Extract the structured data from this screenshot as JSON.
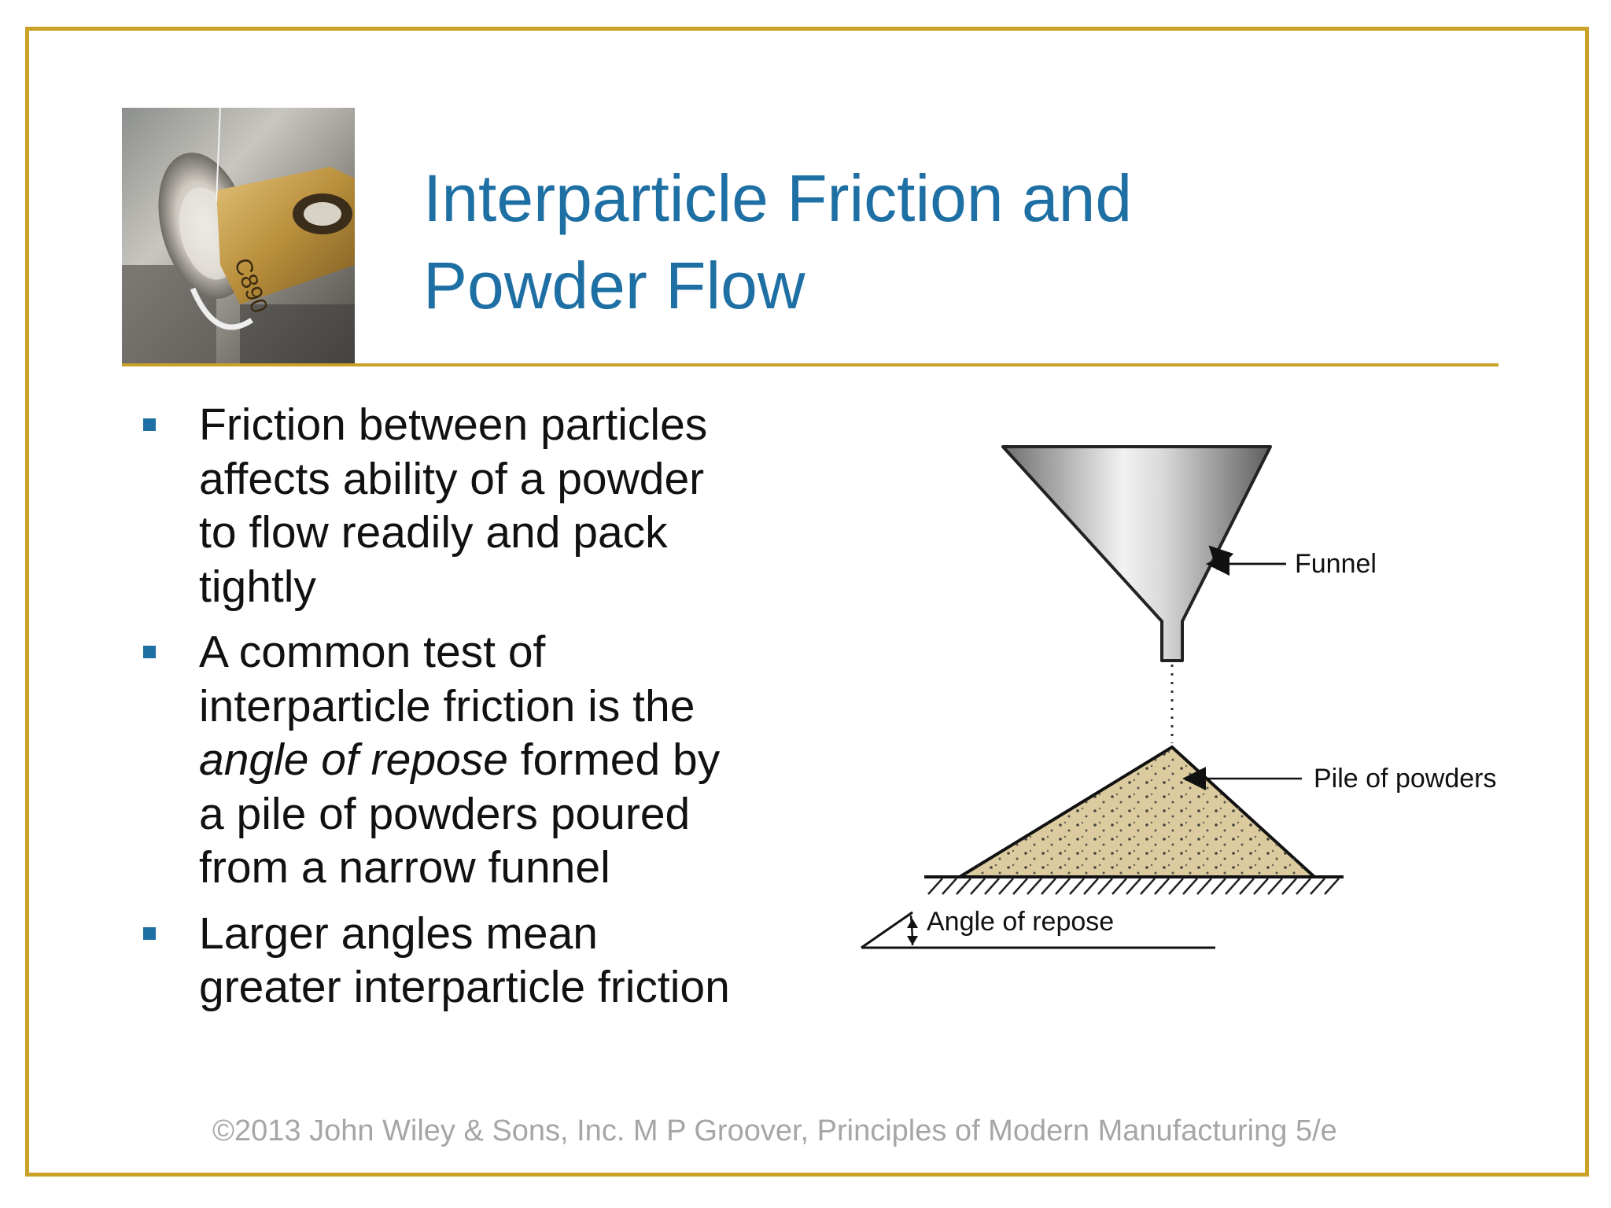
{
  "slide": {
    "title_lines": [
      "Interparticle Friction and",
      "Powder Flow"
    ],
    "bullets": [
      {
        "lines": [
          "Friction between particles",
          "affects ability of a powder",
          "to flow readily and pack",
          "tightly"
        ]
      },
      {
        "lines": [
          "A common test of",
          "interparticle friction is the"
        ],
        "line3_italic": "angle of repose",
        "line3_rest": " formed by",
        "lines_after": [
          "a pile of powders poured",
          "from a narrow funnel"
        ]
      },
      {
        "lines": [
          "Larger angles mean",
          "greater interparticle friction"
        ]
      }
    ],
    "footer": "©2013 John Wiley & Sons, Inc.  M P Groover, Principles of Modern Manufacturing 5/e"
  },
  "diagram": {
    "labels": {
      "funnel": "Funnel",
      "pile": "Pile of powders",
      "angle": "Angle of repose"
    }
  },
  "photo": {
    "stamp_text": "C890"
  },
  "colors": {
    "title": "#1e6fa3",
    "accent_rule": "#c9a227",
    "bullet_marker": "#1e6fa3",
    "footer": "#a6a6a6",
    "powder": "#dccb9e"
  }
}
